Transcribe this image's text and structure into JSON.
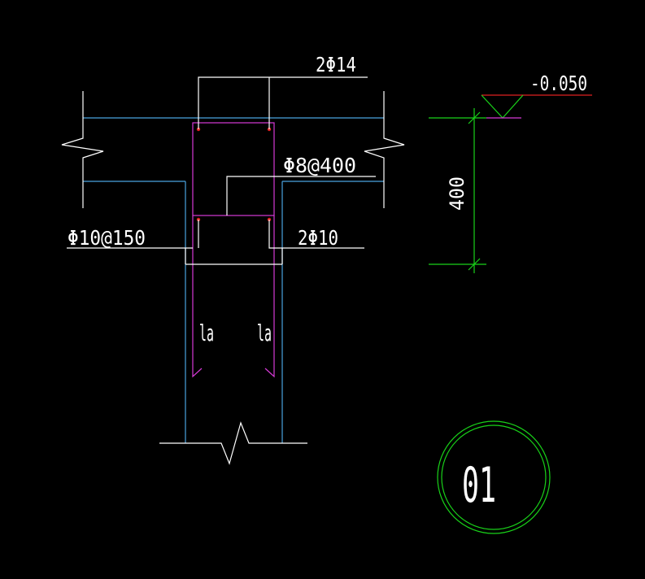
{
  "labels": {
    "top_rebar": "2Φ14",
    "stirrup": "Φ8@400",
    "slab_rebar": "Φ10@150",
    "bottom_rebar": "2Φ10",
    "anchor_left": "la",
    "anchor_right": "la",
    "elevation": "-0.050",
    "dimension": "400",
    "detail_number": "01"
  },
  "colors": {
    "background": "#000000",
    "text": "#ffffff",
    "concrete_outline": "#4aa3df",
    "rebar": "#d63ad6",
    "leader": "#ffffff",
    "dimension": "#19d219",
    "elevation_line": "#e02020",
    "rebar_dot": "#e02020"
  }
}
